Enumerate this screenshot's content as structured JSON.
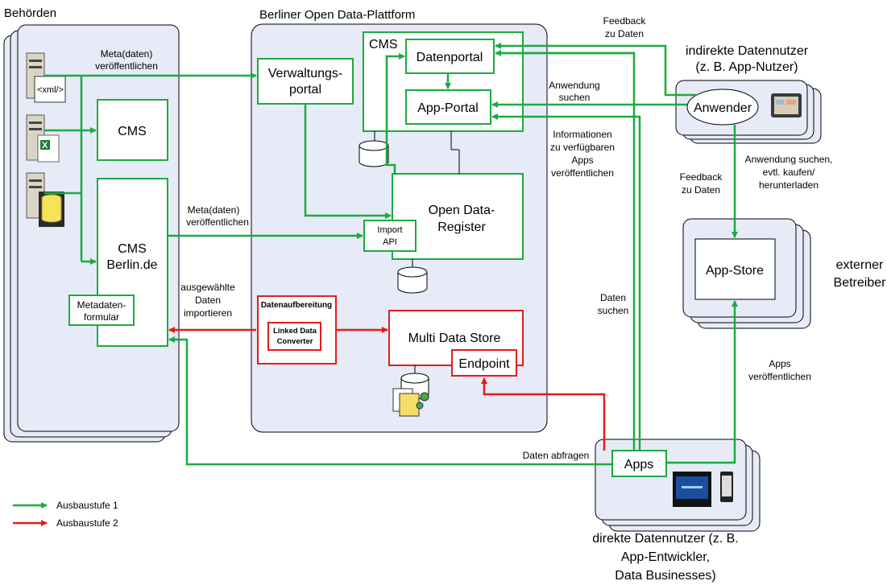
{
  "diagram": {
    "groups": {
      "behoerden": "Behörden",
      "plattform": "Berliner Open Data-Plattform",
      "indirect": [
        "indirekte Datennutzer",
        "(z. B. App-Nutzer)"
      ],
      "direct": [
        "direkte Datennutzer (z. B.",
        "App-Entwickler,",
        "Data Businesses)"
      ],
      "external": [
        "externer",
        "Betreiber"
      ]
    },
    "nodes": {
      "xml_label": "<xml/>",
      "cms_small": "CMS",
      "cms_berlin": [
        "CMS",
        "Berlin.de"
      ],
      "metadaten_formular": [
        "Metadaten-",
        "formular"
      ],
      "verwaltungsportal": [
        "Verwaltungs-",
        "portal"
      ],
      "cms_platform": "CMS",
      "datenportal": "Datenportal",
      "app_portal": "App-Portal",
      "open_data_register": [
        "Open Data-",
        "Register"
      ],
      "import_api": [
        "Import",
        "API"
      ],
      "datenaufbereitung": "Datenaufbereitung",
      "linked_data_converter": [
        "Linked Data",
        "Converter"
      ],
      "multi_data_store": "Multi Data Store",
      "endpoint": "Endpoint",
      "anwender": "Anwender",
      "app_store": "App-Store",
      "apps": "Apps"
    },
    "edge_labels": {
      "meta_publish_1": [
        "Meta(daten)",
        "veröffentlichen"
      ],
      "meta_publish_2": [
        "Meta(daten)",
        "veröffentlichen"
      ],
      "selected_import": [
        "ausgewählte",
        "Daten",
        "importieren"
      ],
      "feedback_top": [
        "Feedback",
        "zu Daten"
      ],
      "anwendung_suchen": [
        "Anwendung",
        "suchen"
      ],
      "informationen": [
        "Informationen",
        "zu verfügbaren",
        "Apps",
        "veröffentlichen"
      ],
      "feedback_mid": [
        "Feedback",
        "zu Daten"
      ],
      "anwendung_kaufen": [
        "Anwendung suchen,",
        "evtl. kaufen/",
        "herunterladen"
      ],
      "daten_suchen": [
        "Daten",
        "suchen"
      ],
      "apps_publish": [
        "Apps",
        "veröffentlichen"
      ],
      "daten_abfragen": "Daten abfragen"
    },
    "legend": [
      {
        "label": "Ausbaustufe 1",
        "color": "#1aab40"
      },
      {
        "label": "Ausbaustufe 2",
        "color": "#e31b1b"
      }
    ],
    "colors": {
      "green": "#1aab40",
      "red": "#e31b1b",
      "panel": "#e6ebf7"
    }
  }
}
